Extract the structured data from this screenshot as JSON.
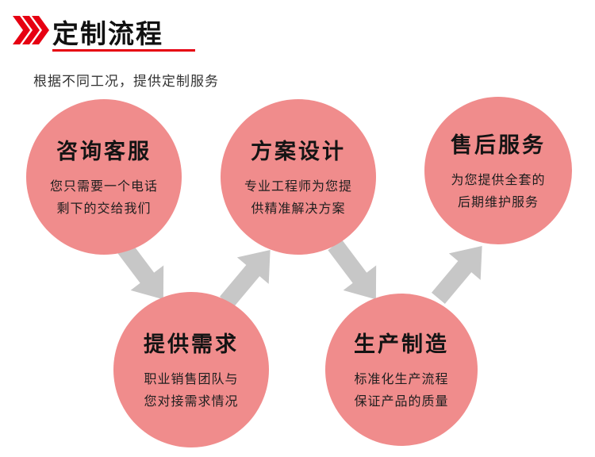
{
  "header": {
    "title": "定制流程",
    "subtitle": "根据不同工况，提供定制服务"
  },
  "steps": [
    {
      "title": "咨询客服",
      "desc1": "您只需要一个电话",
      "desc2": "剩下的交给我们"
    },
    {
      "title": "方案设计",
      "desc1": "专业工程师为您提",
      "desc2": "供精准解决方案"
    },
    {
      "title": "售后服务",
      "desc1": "为您提供全套的",
      "desc2": "后期维护服务"
    },
    {
      "title": "提供需求",
      "desc1": "职业销售团队与",
      "desc2": "您对接需求情况"
    },
    {
      "title": "生产制造",
      "desc1": "标准化生产流程",
      "desc2": "保证产品的质量"
    }
  ],
  "icons": [
    "fast-forward-chevrons-icon",
    "arrow-down-right-icon",
    "arrow-up-right-icon",
    "arrow-down-right-icon",
    "arrow-up-right-icon"
  ],
  "colors": {
    "accent": "#e60012",
    "circle": "#f08c8c",
    "arrow": "#c7c7c7"
  }
}
